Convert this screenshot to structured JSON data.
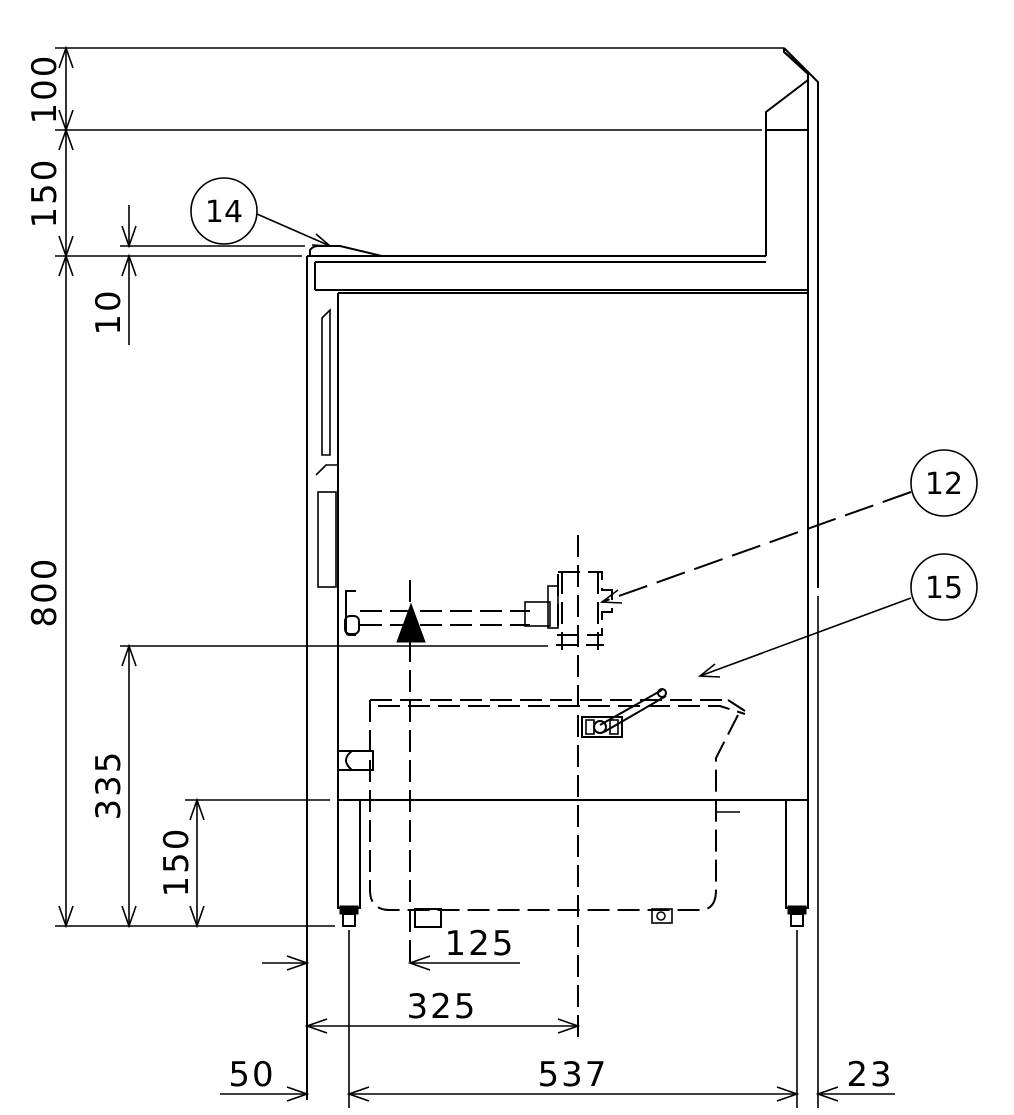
{
  "dimensions": {
    "top_height": "100",
    "upper_height": "150",
    "lip_height": "10",
    "total_height": "800",
    "pipe_height": "335",
    "bottom_height": "150",
    "offset_125": "125",
    "offset_325": "325",
    "left_50": "50",
    "width_537": "537",
    "right_23": "23"
  },
  "callouts": {
    "c14": "14",
    "c12": "12",
    "c15": "15"
  }
}
